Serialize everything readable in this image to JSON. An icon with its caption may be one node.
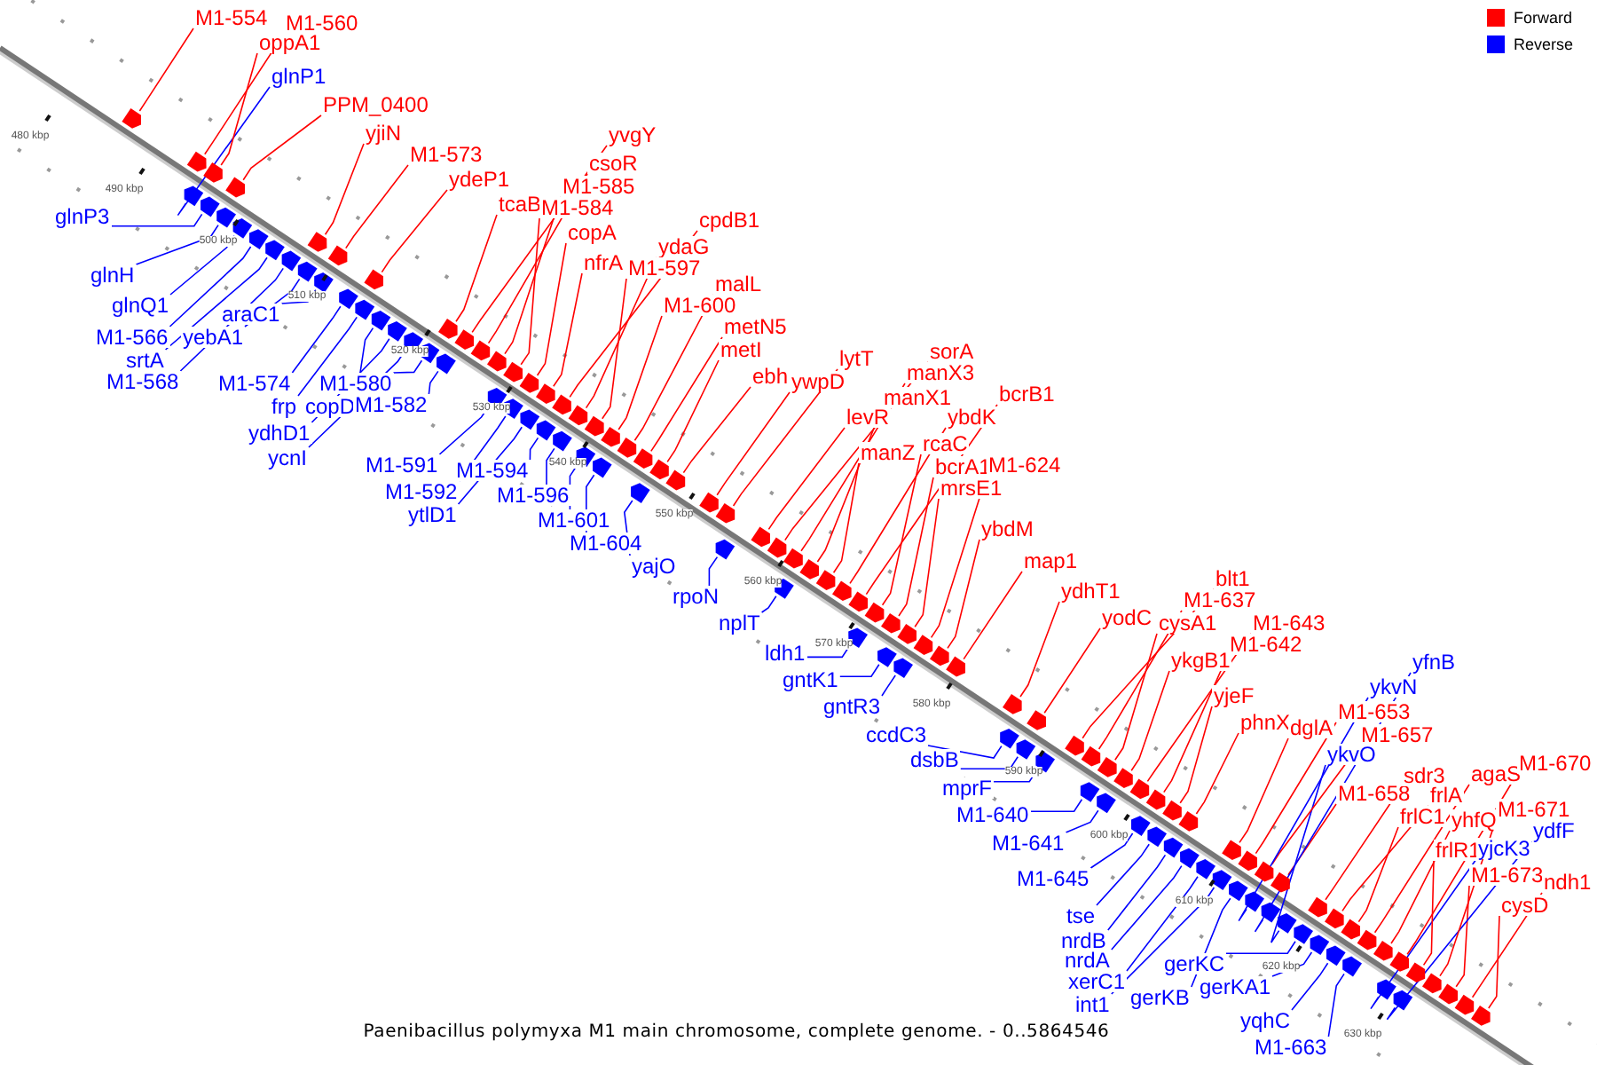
{
  "diagram": {
    "caption": "Paenibacillus polymyxa M1 main chromosome, complete genome. - 0..5864546",
    "nodes": [
      {
        "text": [
          "M1-554"
        ]
      },
      {
        "text": [
          "M1-560"
        ]
      },
      {
        "text": [
          "oppA1"
        ]
      },
      {
        "text": [
          "glnP1"
        ]
      },
      {
        "text": [
          "PPM_0400"
        ]
      },
      {
        "text": [
          "yjiN"
        ]
      },
      {
        "text": [
          "M1-573"
        ]
      },
      {
        "text": [
          "ydeP1"
        ]
      },
      {
        "text": [
          "tcaB"
        ]
      },
      {
        "text": [
          "yvgY"
        ]
      },
      {
        "text": [
          "csoR"
        ]
      },
      {
        "text": [
          "M1-585"
        ]
      },
      {
        "text": [
          "M1-584"
        ]
      },
      {
        "text": [
          "copA"
        ]
      },
      {
        "text": [
          "nfrA"
        ]
      },
      {
        "text": [
          "cpdB1"
        ]
      },
      {
        "text": [
          "ydaG"
        ]
      },
      {
        "text": [
          "M1-597"
        ]
      },
      {
        "text": [
          "malL"
        ]
      },
      {
        "text": [
          "M1-600"
        ]
      },
      {
        "text": [
          "metN5"
        ]
      },
      {
        "text": [
          "metI"
        ]
      },
      {
        "text": [
          "ebh"
        ]
      },
      {
        "text": [
          "ywpD"
        ]
      },
      {
        "text": [
          "lytT"
        ]
      },
      {
        "text": [
          "levR"
        ]
      },
      {
        "text": [
          "sorA"
        ]
      },
      {
        "text": [
          "manX3"
        ]
      },
      {
        "text": [
          "manX1"
        ]
      },
      {
        "text": [
          "manZ"
        ]
      },
      {
        "text": [
          "ybdK"
        ]
      },
      {
        "text": [
          "bcrB1"
        ]
      },
      {
        "text": [
          "rcaC"
        ]
      },
      {
        "text": [
          "bcrA1"
        ]
      },
      {
        "text": [
          "M1-624"
        ]
      },
      {
        "text": [
          "mrsE1"
        ]
      },
      {
        "text": [
          "ybdM"
        ]
      },
      {
        "text": [
          "map1"
        ]
      },
      {
        "text": [
          "ydhT1"
        ]
      },
      {
        "text": [
          "yodC"
        ]
      },
      {
        "text": [
          "blt1"
        ]
      },
      {
        "text": [
          "M1-637"
        ]
      },
      {
        "text": [
          "cysA1"
        ]
      },
      {
        "text": [
          "M1-643"
        ]
      },
      {
        "text": [
          "M1-642"
        ]
      },
      {
        "text": [
          "ykgB1"
        ]
      },
      {
        "text": [
          "yjeF"
        ]
      },
      {
        "text": [
          "phnX"
        ]
      },
      {
        "text": [
          "dglA"
        ]
      },
      {
        "text": [
          "yfnB"
        ]
      },
      {
        "text": [
          "ykvN"
        ]
      },
      {
        "text": [
          "M1-653"
        ]
      },
      {
        "text": [
          "M1-657"
        ]
      },
      {
        "text": [
          "ykvO"
        ]
      },
      {
        "text": [
          "M1-658"
        ]
      },
      {
        "text": [
          "sdr3"
        ]
      },
      {
        "text": [
          "frlA"
        ]
      },
      {
        "text": [
          "agaS"
        ]
      },
      {
        "text": [
          "M1-670"
        ]
      },
      {
        "text": [
          "frlC1"
        ]
      },
      {
        "text": [
          "yhfQ"
        ]
      },
      {
        "text": [
          "M1-671"
        ]
      },
      {
        "text": [
          "frlR1"
        ]
      },
      {
        "text": [
          "yjcK3"
        ]
      },
      {
        "text": [
          "ydfF"
        ]
      },
      {
        "text": [
          "M1-673"
        ]
      },
      {
        "text": [
          "ndh1"
        ]
      },
      {
        "text": [
          "cysD"
        ]
      },
      {
        "text": [
          "glnP3"
        ]
      },
      {
        "text": [
          "glnH"
        ]
      },
      {
        "text": [
          "glnQ1"
        ]
      },
      {
        "text": [
          "M1-566"
        ]
      },
      {
        "text": [
          "srtA"
        ]
      },
      {
        "text": [
          "M1-568"
        ]
      },
      {
        "text": [
          "yebA1"
        ]
      },
      {
        "text": [
          "araC1"
        ]
      },
      {
        "text": [
          "M1-574"
        ]
      },
      {
        "text": [
          "frp"
        ]
      },
      {
        "text": [
          "copD"
        ]
      },
      {
        "text": [
          "ydhD1"
        ]
      },
      {
        "text": [
          "ycnI"
        ]
      },
      {
        "text": [
          "M1-580"
        ]
      },
      {
        "text": [
          "M1-582"
        ]
      },
      {
        "text": [
          "M1-591"
        ]
      },
      {
        "text": [
          "M1-592"
        ]
      },
      {
        "text": [
          "ytlD1"
        ]
      },
      {
        "text": [
          "M1-594"
        ]
      },
      {
        "text": [
          "M1-596"
        ]
      },
      {
        "text": [
          "M1-601"
        ]
      },
      {
        "text": [
          "M1-604"
        ]
      },
      {
        "text": [
          "yajO"
        ]
      },
      {
        "text": [
          "rpoN"
        ]
      },
      {
        "text": [
          "nplT"
        ]
      },
      {
        "text": [
          "ldh1"
        ]
      },
      {
        "text": [
          "gntK1"
        ]
      },
      {
        "text": [
          "gntR3"
        ]
      },
      {
        "text": [
          "ccdC3"
        ]
      },
      {
        "text": [
          "dsbB"
        ]
      },
      {
        "text": [
          "mprF"
        ]
      },
      {
        "text": [
          "M1-640"
        ]
      },
      {
        "text": [
          "M1-641"
        ]
      },
      {
        "text": [
          "M1-645"
        ]
      },
      {
        "text": [
          "tse"
        ]
      },
      {
        "text": [
          "nrdB"
        ]
      },
      {
        "text": [
          "nrdA"
        ]
      },
      {
        "text": [
          "xerC1"
        ]
      },
      {
        "text": [
          "int1"
        ]
      },
      {
        "text": [
          "gerKB"
        ]
      },
      {
        "text": [
          "gerKC"
        ]
      },
      {
        "text": [
          "gerKA1"
        ]
      },
      {
        "text": [
          "yqhC"
        ]
      },
      {
        "text": [
          "M1-663"
        ]
      },
      {
        "text": [],
        "shape": "arrow"
      },
      {
        "text": [],
        "shape": "arrow"
      },
      {
        "text": [],
        "shape": "arrow"
      },
      {
        "text": [],
        "shape": "arrow"
      },
      {
        "text": [],
        "shape": "arrow"
      },
      {
        "text": [],
        "shape": "arrow"
      },
      {
        "text": [],
        "shape": "arrow"
      },
      {
        "text": [],
        "shape": "arrow"
      },
      {
        "text": [],
        "shape": "arrow"
      },
      {
        "text": [],
        "shape": "arrow"
      },
      {
        "text": [],
        "shape": "arrow"
      },
      {
        "text": [],
        "shape": "arrow"
      },
      {
        "text": [],
        "shape": "arrow"
      },
      {
        "text": [],
        "shape": "arrow"
      },
      {
        "text": [],
        "shape": "arrow"
      },
      {
        "text": [],
        "shape": "arrow"
      },
      {
        "text": [],
        "shape": "arrow"
      },
      {
        "text": [],
        "shape": "arrow"
      },
      {
        "text": [],
        "shape": "arrow"
      },
      {
        "text": [],
        "shape": "arrow"
      },
      {
        "text": [],
        "shape": "arrow"
      },
      {
        "text": [],
        "shape": "arrow"
      },
      {
        "text": [],
        "shape": "arrow"
      },
      {
        "text": [],
        "shape": "arrow"
      },
      {
        "text": [],
        "shape": "arrow"
      },
      {
        "text": [],
        "shape": "arrow"
      },
      {
        "text": [],
        "shape": "arrow"
      },
      {
        "text": [],
        "shape": "arrow"
      },
      {
        "text": [],
        "shape": "arrow"
      },
      {
        "text": [],
        "shape": "arrow"
      },
      {
        "text": [],
        "shape": "arrow"
      },
      {
        "text": [],
        "shape": "arrow"
      },
      {
        "text": [],
        "shape": "arrow"
      },
      {
        "text": [],
        "shape": "arrow"
      },
      {
        "text": [],
        "shape": "arrow"
      },
      {
        "text": [],
        "shape": "arrow"
      },
      {
        "text": [],
        "shape": "arrow"
      },
      {
        "text": [],
        "shape": "arrow"
      },
      {
        "text": [],
        "shape": "arrow"
      },
      {
        "text": [],
        "shape": "arrow"
      },
      {
        "text": [],
        "shape": "arrow"
      },
      {
        "text": [],
        "shape": "arrow"
      },
      {
        "text": [],
        "shape": "arrow"
      },
      {
        "text": [],
        "shape": "arrow"
      },
      {
        "text": [],
        "shape": "arrow"
      },
      {
        "text": [],
        "shape": "arrow"
      },
      {
        "text": [],
        "shape": "arrow"
      },
      {
        "text": [],
        "shape": "arrow"
      },
      {
        "text": [],
        "shape": "arrow"
      },
      {
        "text": [],
        "shape": "arrow"
      },
      {
        "text": [],
        "shape": "arrow"
      },
      {
        "text": [],
        "shape": "arrow"
      },
      {
        "text": [],
        "shape": "arrow"
      },
      {
        "text": [],
        "shape": "arrow"
      },
      {
        "text": [],
        "shape": "arrow"
      },
      {
        "text": [],
        "shape": "arrow"
      },
      {
        "text": [],
        "shape": "arrow"
      },
      {
        "text": [],
        "shape": "arrow"
      },
      {
        "text": [],
        "shape": "arrow"
      },
      {
        "text": [],
        "shape": "arrow"
      },
      {
        "text": [],
        "shape": "arrow"
      },
      {
        "text": [],
        "shape": "arrow"
      },
      {
        "text": [],
        "shape": "arrow"
      },
      {
        "text": [],
        "shape": "arrow"
      },
      {
        "text": [],
        "shape": "arrow"
      },
      {
        "text": [],
        "shape": "arrow"
      },
      {
        "text": [],
        "shape": "arrow"
      },
      {
        "text": [],
        "shape": "arrow"
      },
      {
        "text": [],
        "shape": "arrow"
      },
      {
        "text": [],
        "shape": "arrow"
      },
      {
        "text": [],
        "shape": "arrow"
      },
      {
        "text": [],
        "shape": "arrow"
      },
      {
        "text": [],
        "shape": "arrow"
      },
      {
        "text": [],
        "shape": "arrow"
      },
      {
        "text": [],
        "shape": "arrow"
      },
      {
        "text": [],
        "shape": "arrow"
      },
      {
        "text": [],
        "shape": "arrow"
      },
      {
        "text": [],
        "shape": "arrow"
      },
      {
        "text": [],
        "shape": "arrow"
      },
      {
        "text": [],
        "shape": "arrow"
      },
      {
        "text": [],
        "shape": "arrow"
      },
      {
        "text": [],
        "shape": "arrow"
      },
      {
        "text": [],
        "shape": "arrow"
      },
      {
        "text": [],
        "shape": "arrow"
      },
      {
        "text": [],
        "shape": "arrow"
      },
      {
        "text": [],
        "shape": "arrow"
      },
      {
        "text": [],
        "shape": "arrow"
      },
      {
        "text": [],
        "shape": "arrow"
      },
      {
        "text": [],
        "shape": "arrow"
      },
      {
        "text": [],
        "shape": "arrow"
      },
      {
        "text": [],
        "shape": "arrow"
      },
      {
        "text": [],
        "shape": "arrow"
      },
      {
        "text": [],
        "shape": "arrow"
      },
      {
        "text": [],
        "shape": "arrow"
      },
      {
        "text": [],
        "shape": "arrow"
      },
      {
        "text": [],
        "shape": "arrow"
      },
      {
        "text": [],
        "shape": "arrow"
      },
      {
        "text": [],
        "shape": "arrow"
      },
      {
        "text": [],
        "shape": "arrow"
      },
      {
        "text": [],
        "shape": "arrow"
      },
      {
        "text": [],
        "shape": "arrow"
      },
      {
        "text": [],
        "shape": "arrow"
      },
      {
        "text": [],
        "shape": "arrow"
      },
      {
        "text": [],
        "shape": "arrow"
      },
      {
        "text": [],
        "shape": "arrow"
      },
      {
        "text": [],
        "shape": "arrow"
      },
      {
        "text": [],
        "shape": "arrow"
      },
      {
        "text": [],
        "shape": "arrow"
      },
      {
        "text": [],
        "shape": "arrow"
      },
      {
        "text": [],
        "shape": "arrow"
      },
      {
        "text": [],
        "shape": "arrow"
      },
      {
        "text": [],
        "shape": "arrow"
      }
    ],
    "edges": [
      {
        "from": 0,
        "to": 112,
        "arrow": "none"
      },
      {
        "from": 1,
        "to": 113,
        "arrow": "none"
      },
      {
        "from": 2,
        "to": 114,
        "arrow": "none"
      },
      {
        "from": 3,
        "to": 115,
        "arrow": "none",
        "color": "#0000ff"
      },
      {
        "from": 4,
        "to": 116,
        "arrow": "none"
      },
      {
        "from": 5,
        "to": 117,
        "arrow": "none"
      },
      {
        "from": 6,
        "to": 118,
        "arrow": "none"
      },
      {
        "from": 7,
        "to": 119,
        "arrow": "none"
      },
      {
        "from": 8,
        "to": 120,
        "arrow": "none"
      },
      {
        "from": 9,
        "to": 121,
        "arrow": "none"
      },
      {
        "from": 10,
        "to": 122,
        "arrow": "none"
      },
      {
        "from": 11,
        "to": 123,
        "arrow": "none"
      },
      {
        "from": 12,
        "to": 124,
        "arrow": "none"
      },
      {
        "from": 13,
        "to": 125,
        "arrow": "none"
      },
      {
        "from": 14,
        "to": 126,
        "arrow": "none"
      },
      {
        "from": 15,
        "to": 127,
        "arrow": "none"
      },
      {
        "from": 16,
        "to": 128,
        "arrow": "none"
      },
      {
        "from": 17,
        "to": 129,
        "arrow": "none"
      },
      {
        "from": 18,
        "to": 130,
        "arrow": "none"
      },
      {
        "from": 19,
        "to": 131,
        "arrow": "none"
      },
      {
        "from": 20,
        "to": 132,
        "arrow": "none"
      },
      {
        "from": 21,
        "to": 133,
        "arrow": "none"
      },
      {
        "from": 22,
        "to": 134,
        "arrow": "none"
      },
      {
        "from": 23,
        "to": 135,
        "arrow": "none"
      },
      {
        "from": 24,
        "to": 136,
        "arrow": "none"
      },
      {
        "from": 25,
        "to": 137,
        "arrow": "none"
      },
      {
        "from": 26,
        "to": 138,
        "arrow": "none"
      },
      {
        "from": 27,
        "to": 139,
        "arrow": "none"
      },
      {
        "from": 28,
        "to": 140,
        "arrow": "none"
      },
      {
        "from": 29,
        "to": 141,
        "arrow": "none"
      },
      {
        "from": 30,
        "to": 142,
        "arrow": "none"
      },
      {
        "from": 31,
        "to": 143,
        "arrow": "none"
      },
      {
        "from": 32,
        "to": 144,
        "arrow": "none"
      },
      {
        "from": 33,
        "to": 145,
        "arrow": "none"
      },
      {
        "from": 34,
        "to": 146,
        "arrow": "none"
      },
      {
        "from": 35,
        "to": 147,
        "arrow": "none"
      },
      {
        "from": 36,
        "to": 148,
        "arrow": "none"
      },
      {
        "from": 37,
        "to": 149,
        "arrow": "none"
      },
      {
        "from": 38,
        "to": 150,
        "arrow": "none"
      },
      {
        "from": 39,
        "to": 151,
        "arrow": "none"
      },
      {
        "from": 40,
        "to": 152,
        "arrow": "none"
      },
      {
        "from": 41,
        "to": 153,
        "arrow": "none"
      },
      {
        "from": 42,
        "to": 154,
        "arrow": "none"
      },
      {
        "from": 43,
        "to": 155,
        "arrow": "none"
      },
      {
        "from": 44,
        "to": 156,
        "arrow": "none"
      },
      {
        "from": 45,
        "to": 157,
        "arrow": "none"
      },
      {
        "from": 46,
        "to": 158,
        "arrow": "none"
      },
      {
        "from": 47,
        "to": 159,
        "arrow": "none"
      },
      {
        "from": 48,
        "to": 160,
        "arrow": "none"
      },
      {
        "from": 49,
        "to": 161,
        "arrow": "none",
        "color": "#0000ff"
      },
      {
        "from": 50,
        "to": 162,
        "arrow": "none",
        "color": "#0000ff"
      },
      {
        "from": 51,
        "to": 163,
        "arrow": "none"
      },
      {
        "from": 52,
        "to": 164,
        "arrow": "none"
      },
      {
        "from": 53,
        "to": 165,
        "arrow": "none",
        "color": "#0000ff"
      },
      {
        "from": 54,
        "to": 166,
        "arrow": "none"
      },
      {
        "from": 55,
        "to": 167,
        "arrow": "none"
      },
      {
        "from": 56,
        "to": 168,
        "arrow": "none"
      },
      {
        "from": 57,
        "to": 169,
        "arrow": "none"
      },
      {
        "from": 58,
        "to": 170,
        "arrow": "none"
      },
      {
        "from": 59,
        "to": 171,
        "arrow": "none"
      },
      {
        "from": 60,
        "to": 172,
        "arrow": "none"
      },
      {
        "from": 61,
        "to": 173,
        "arrow": "none"
      },
      {
        "from": 62,
        "to": 174,
        "arrow": "none"
      },
      {
        "from": 63,
        "to": 175,
        "arrow": "none",
        "color": "#0000ff"
      },
      {
        "from": 64,
        "to": 176,
        "arrow": "none",
        "color": "#0000ff"
      },
      {
        "from": 65,
        "to": 177,
        "arrow": "none"
      },
      {
        "from": 66,
        "to": 178,
        "arrow": "none"
      },
      {
        "from": 67,
        "to": 179,
        "arrow": "none"
      },
      {
        "from": 68,
        "to": 180,
        "arrow": "none",
        "color": "#0000ff"
      },
      {
        "from": 69,
        "to": 181,
        "arrow": "none",
        "color": "#0000ff"
      },
      {
        "from": 70,
        "to": 182,
        "arrow": "none",
        "color": "#0000ff"
      },
      {
        "from": 71,
        "to": 183,
        "arrow": "none",
        "color": "#0000ff"
      },
      {
        "from": 72,
        "to": 184,
        "arrow": "none",
        "color": "#0000ff"
      },
      {
        "from": 73,
        "to": 185,
        "arrow": "none",
        "color": "#0000ff"
      },
      {
        "from": 74,
        "to": 186,
        "arrow": "none",
        "color": "#0000ff"
      },
      {
        "from": 75,
        "to": 187,
        "arrow": "none",
        "color": "#0000ff"
      },
      {
        "from": 76,
        "to": 188,
        "arrow": "none",
        "color": "#0000ff"
      },
      {
        "from": 77,
        "to": 189,
        "arrow": "none",
        "color": "#0000ff"
      },
      {
        "from": 78,
        "to": 190,
        "arrow": "none",
        "color": "#0000ff"
      },
      {
        "from": 79,
        "to": 191,
        "arrow": "none",
        "color": "#0000ff"
      },
      {
        "from": 80,
        "to": 192,
        "arrow": "none",
        "color": "#0000ff"
      },
      {
        "from": 81,
        "to": 193,
        "arrow": "none",
        "color": "#0000ff"
      },
      {
        "from": 82,
        "to": 194,
        "arrow": "none",
        "color": "#0000ff"
      },
      {
        "from": 83,
        "to": 195,
        "arrow": "none",
        "color": "#0000ff"
      },
      {
        "from": 84,
        "to": 196,
        "arrow": "none",
        "color": "#0000ff"
      },
      {
        "from": 85,
        "to": 197,
        "arrow": "none",
        "color": "#0000ff"
      },
      {
        "from": 86,
        "to": 198,
        "arrow": "none",
        "color": "#0000ff"
      },
      {
        "from": 87,
        "to": 199,
        "arrow": "none",
        "color": "#0000ff"
      },
      {
        "from": 88,
        "to": 200,
        "arrow": "none",
        "color": "#0000ff"
      },
      {
        "from": 89,
        "to": 201,
        "arrow": "none",
        "color": "#0000ff"
      },
      {
        "from": 90,
        "to": 202,
        "arrow": "none",
        "color": "#0000ff"
      },
      {
        "from": 91,
        "to": 203,
        "arrow": "none",
        "color": "#0000ff"
      },
      {
        "from": 92,
        "to": 204,
        "arrow": "none",
        "color": "#0000ff"
      },
      {
        "from": 93,
        "to": 205,
        "arrow": "none",
        "color": "#0000ff"
      },
      {
        "from": 94,
        "to": 206,
        "arrow": "none",
        "color": "#0000ff"
      },
      {
        "from": 95,
        "to": 207,
        "arrow": "none",
        "color": "#0000ff"
      },
      {
        "from": 96,
        "to": 208,
        "arrow": "none",
        "color": "#0000ff"
      },
      {
        "from": 97,
        "to": 209,
        "arrow": "none",
        "color": "#0000ff"
      },
      {
        "from": 98,
        "to": 210,
        "arrow": "none",
        "color": "#0000ff"
      },
      {
        "from": 99,
        "to": 211,
        "arrow": "none",
        "color": "#0000ff"
      },
      {
        "from": 100,
        "to": 212,
        "arrow": "none",
        "color": "#0000ff"
      },
      {
        "from": 101,
        "to": 213,
        "arrow": "none",
        "color": "#0000ff"
      },
      {
        "from": 102,
        "to": 214,
        "arrow": "none",
        "color": "#0000ff"
      },
      {
        "from": 103,
        "to": 215,
        "arrow": "none",
        "color": "#0000ff"
      },
      {
        "from": 104,
        "to": 216,
        "arrow": "none",
        "color": "#0000ff"
      },
      {
        "from": 105,
        "to": 217,
        "arrow": "none",
        "color": "#0000ff"
      },
      {
        "from": 106,
        "to": 218,
        "arrow": "none",
        "color": "#0000ff"
      },
      {
        "from": 107,
        "to": 219,
        "arrow": "none",
        "color": "#0000ff"
      },
      {
        "from": 108,
        "to": 220,
        "arrow": "none",
        "color": "#0000ff"
      },
      {
        "from": 109,
        "to": 221,
        "arrow": "none",
        "color": "#0000ff"
      },
      {
        "from": 110,
        "to": 222,
        "arrow": "none",
        "color": "#0000ff"
      },
      {
        "from": 111,
        "to": 223,
        "arrow": "none",
        "color": "#0000ff"
      }
    ],
    "labels": [
      "480 kbp",
      "490 kbp",
      "500 kbp",
      "510 kbp",
      "520 kbp",
      "530 kbp",
      "540 kbp",
      "550 kbp",
      "560 kbp",
      "570 kbp",
      "580 kbp",
      "590 kbp",
      "600 kbp",
      "610 kbp",
      "620 kbp",
      "630 kbp"
    ],
    "legend": [
      {
        "text": "Forward",
        "color": "#ff0000"
      },
      {
        "text": "Reverse",
        "color": "#0000ff"
      }
    ]
  }
}
